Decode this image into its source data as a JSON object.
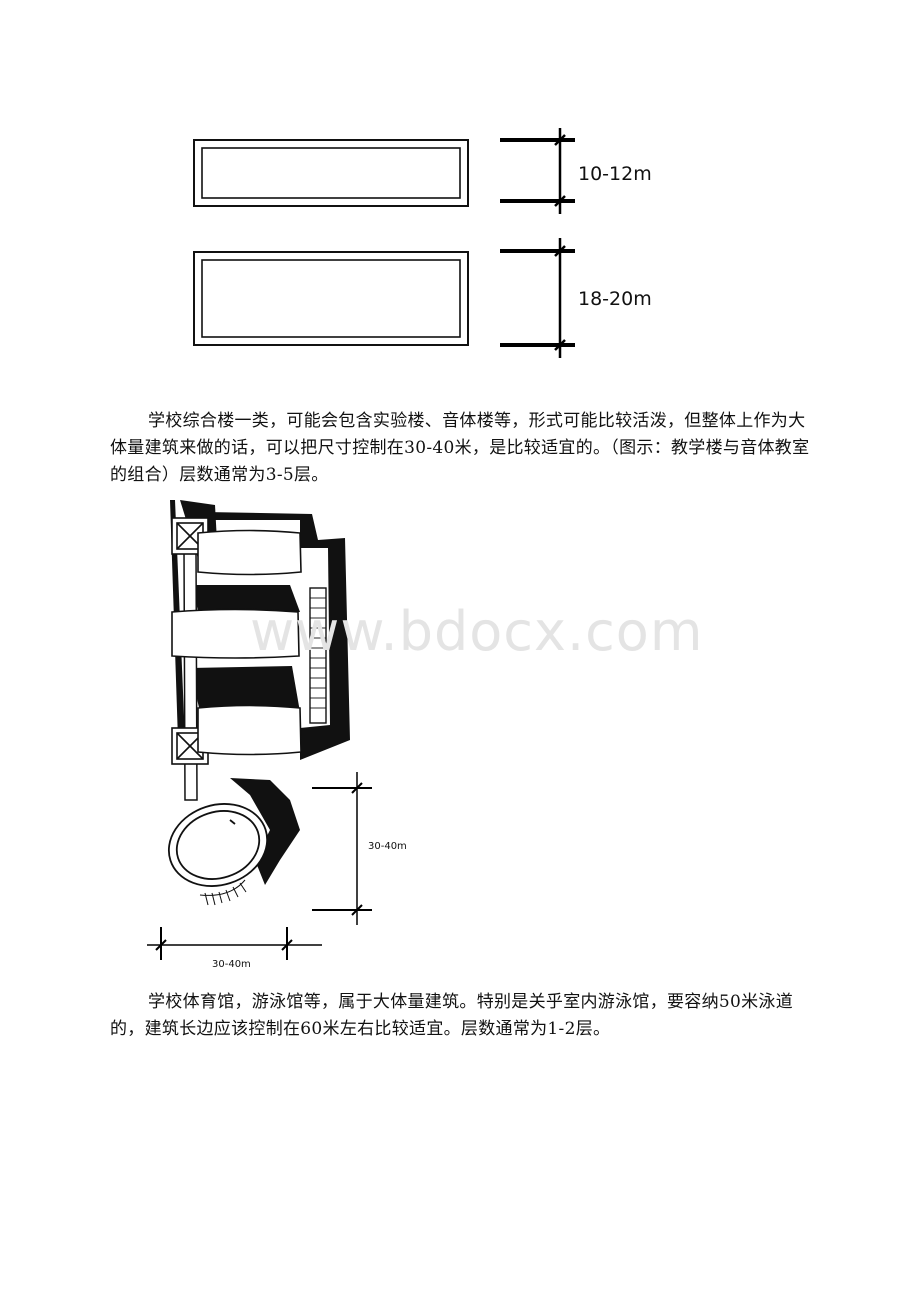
{
  "figure1": {
    "dimension_narrow": "10-12m",
    "dimension_wide": "18-20m"
  },
  "paragraph1": "学校综合楼一类，可能会包含实验楼、音体楼等，形式可能比较活泼，但整体上作为大体量建筑来做的话，可以把尺寸控制在30-40米，是比较适宜的。（图示：教学楼与音体教室的组合）层数通常为3-5层。",
  "figure2": {
    "dimension_vertical": "30-40m",
    "dimension_horizontal": "30-40m"
  },
  "watermark": "www.bdocx.com",
  "paragraph2": "学校体育馆，游泳馆等，属于大体量建筑。特别是关乎室内游泳馆，要容纳50米泳道的，建筑长边应该控制在60米左右比较适宜。层数通常为1-2层。"
}
